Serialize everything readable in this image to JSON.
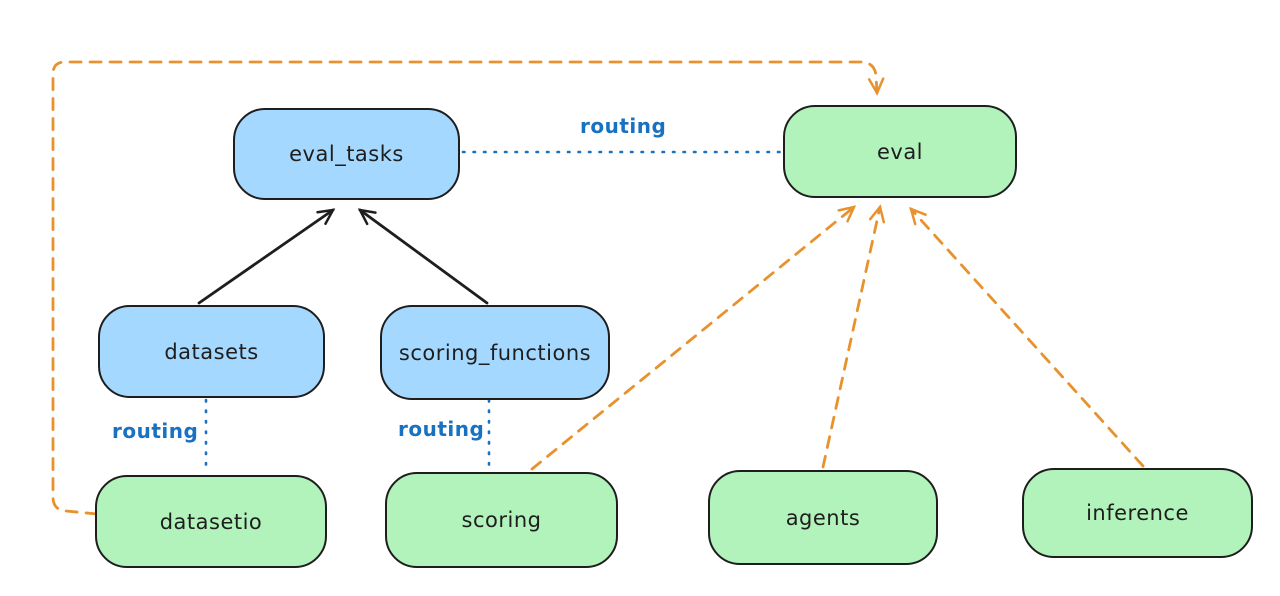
{
  "colors": {
    "node_blue": "#a5d8ff",
    "node_green": "#b2f2bb",
    "routing_blue": "#1971c2",
    "dashed_orange": "#e8922e",
    "ink": "#1e1e1e",
    "background": "#ffffff"
  },
  "nodes": {
    "eval_tasks": {
      "label": "eval_tasks",
      "color": "#a5d8ff"
    },
    "eval": {
      "label": "eval",
      "color": "#b2f2bb"
    },
    "datasets": {
      "label": "datasets",
      "color": "#a5d8ff"
    },
    "scoring_functions": {
      "label": "scoring_functions",
      "color": "#a5d8ff"
    },
    "datasetio": {
      "label": "datasetio",
      "color": "#b2f2bb"
    },
    "scoring": {
      "label": "scoring",
      "color": "#b2f2bb"
    },
    "agents": {
      "label": "agents",
      "color": "#b2f2bb"
    },
    "inference": {
      "label": "inference",
      "color": "#b2f2bb"
    }
  },
  "edge_labels": {
    "eval_tasks_eval": "routing",
    "datasets_datasetio": "routing",
    "scoring_functions_scoring": "routing"
  },
  "edges": [
    {
      "from": "datasets",
      "to": "eval_tasks",
      "style": "solid-black-arrow"
    },
    {
      "from": "scoring_functions",
      "to": "eval_tasks",
      "style": "solid-black-arrow"
    },
    {
      "from": "eval_tasks",
      "to": "eval",
      "style": "dotted-blue",
      "label": "routing"
    },
    {
      "from": "datasets",
      "to": "datasetio",
      "style": "dotted-blue",
      "label": "routing"
    },
    {
      "from": "scoring_functions",
      "to": "scoring",
      "style": "dotted-blue",
      "label": "routing"
    },
    {
      "from": "datasetio",
      "to": "eval",
      "style": "dashed-orange-arrow",
      "route": "elbow-left-top"
    },
    {
      "from": "scoring",
      "to": "eval",
      "style": "dashed-orange-arrow"
    },
    {
      "from": "agents",
      "to": "eval",
      "style": "dashed-orange-arrow"
    },
    {
      "from": "inference",
      "to": "eval",
      "style": "dashed-orange-arrow"
    }
  ]
}
